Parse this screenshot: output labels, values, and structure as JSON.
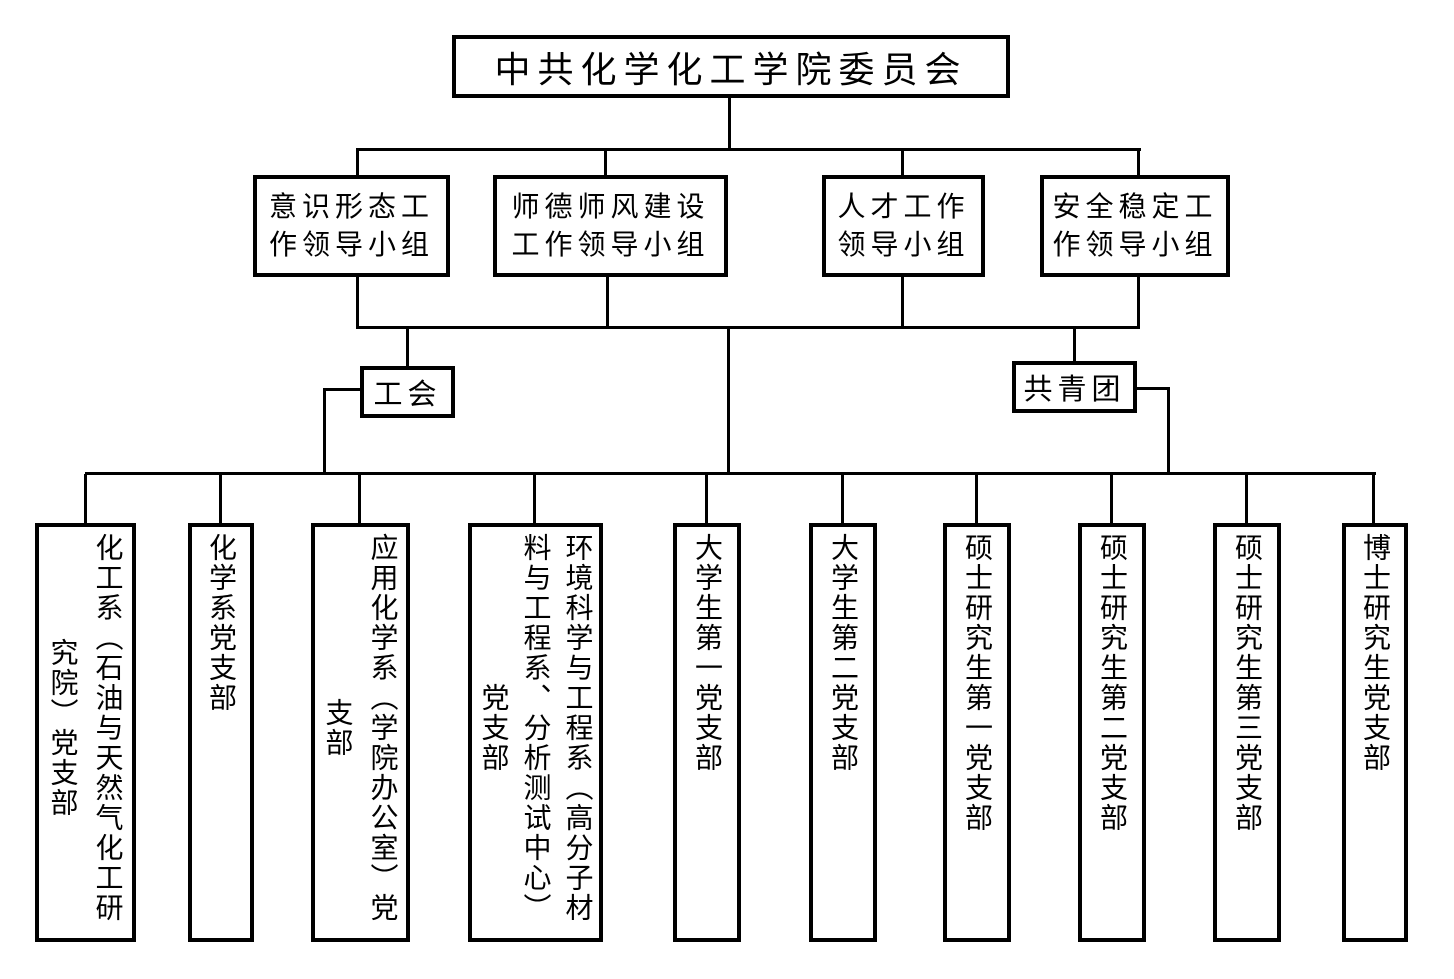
{
  "accent_colors": {
    "line": "#000000",
    "background": "#ffffff",
    "text": "#000000"
  },
  "root": {
    "label": "中共化学化工学院委员会",
    "wrap": "中共化学化工学院委员会"
  },
  "leading_groups": [
    {
      "label": "意识形态工作领导小组",
      "wrap": "意识形态工\n作领导小组"
    },
    {
      "label": "师德师风建设工作领导小组",
      "wrap": "师德师风建设\n工作领导小组"
    },
    {
      "label": "人才工作领导小组",
      "wrap": "人才工作\n领导小组"
    },
    {
      "label": "安全稳定工作领导小组",
      "wrap": "安全稳定工\n作领导小组"
    }
  ],
  "mass_organizations": [
    {
      "label": "工会",
      "wrap": "工会"
    },
    {
      "label": "共青团",
      "wrap": "共青团"
    }
  ],
  "party_branches": [
    {
      "label": "化工系（石油与天然气化工研究院）党支部",
      "wrap": "化工系（石油与天然气化工研\n究院）党支部"
    },
    {
      "label": "化学系党支部",
      "wrap": "化学系党支部"
    },
    {
      "label": "应用化学系（学院办公室）党支部",
      "wrap": "应用化学系（学院办公室）党\n支部"
    },
    {
      "label": "环境科学与工程系（高分子材料与工程系、分析测试中心）党支部",
      "wrap": "环境科学与工程系（高分子材\n料与工程系、分析测试中心）\n党支部"
    },
    {
      "label": "大学生第一党支部",
      "wrap": "大学生第一党支部"
    },
    {
      "label": "大学生第二党支部",
      "wrap": "大学生第二党支部"
    },
    {
      "label": "硕士研究生第一党支部",
      "wrap": "硕士研究生第一党支部"
    },
    {
      "label": "硕士研究生第二党支部",
      "wrap": "硕士研究生第二党支部"
    },
    {
      "label": "硕士研究生第三党支部",
      "wrap": "硕士研究生第三党支部"
    },
    {
      "label": "博士研究生党支部",
      "wrap": "博士研究生党支部"
    }
  ]
}
